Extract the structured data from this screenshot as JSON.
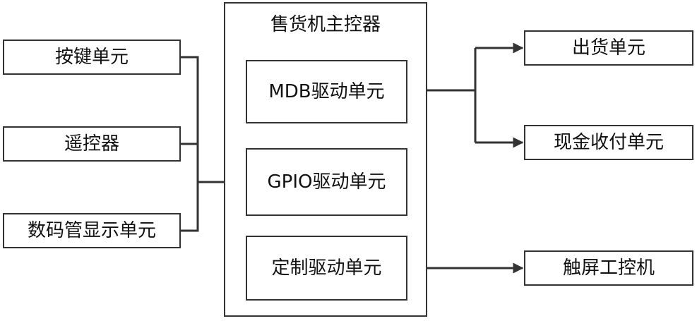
{
  "controller": {
    "title": "售货机主控器",
    "modules": {
      "mdb": "MDB驱动单元",
      "gpio": "GPIO驱动单元",
      "custom": "定制驱动单元"
    }
  },
  "left": {
    "keys": "按键单元",
    "remote": "遥控器",
    "display": "数码管显示单元"
  },
  "right": {
    "dispense": "出货单元",
    "cash": "现金收付单元",
    "touch": "触屏工控机"
  },
  "colors": {
    "line": "#333333",
    "box_border": "#333333"
  }
}
